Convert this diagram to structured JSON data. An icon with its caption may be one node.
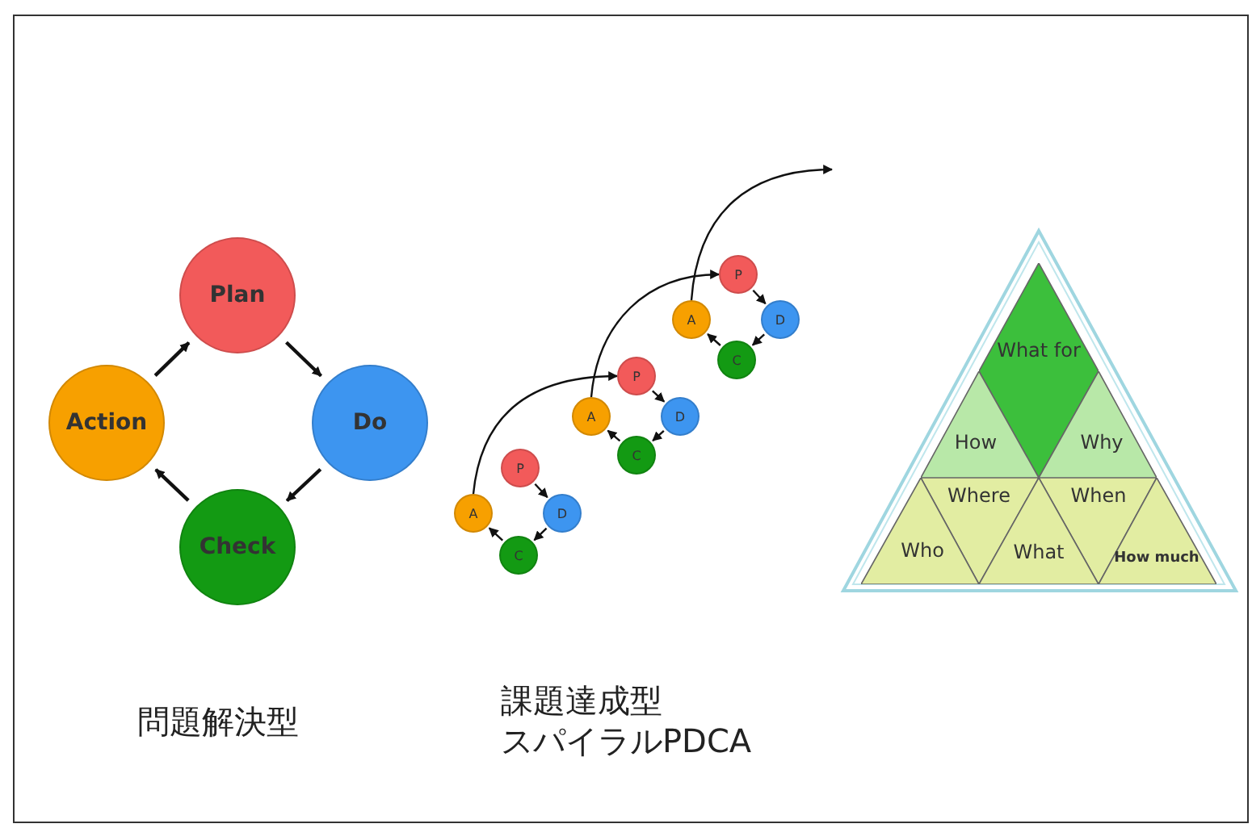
{
  "diagram": {
    "nodes": [
      {
        "text": [
          "Plan"
        ]
      },
      {
        "text": [
          "Do"
        ]
      },
      {
        "text": [
          "Check"
        ]
      },
      {
        "text": [
          "Action"
        ]
      },
      {
        "text": [
          "P"
        ]
      },
      {
        "text": [
          "D"
        ]
      },
      {
        "text": [
          "C"
        ]
      },
      {
        "text": [
          "A"
        ]
      },
      {
        "text": [
          "P"
        ]
      },
      {
        "text": [
          "D"
        ]
      },
      {
        "text": [
          "C"
        ]
      },
      {
        "text": [
          "A"
        ]
      },
      {
        "text": [
          "P"
        ]
      },
      {
        "text": [
          "D"
        ]
      },
      {
        "text": [
          "C"
        ]
      },
      {
        "text": [
          "A"
        ]
      },
      {
        "text": [
          "What for"
        ]
      },
      {
        "text": [
          "How"
        ]
      },
      {
        "text": [
          "Why"
        ]
      },
      {
        "text": [
          "Where"
        ]
      },
      {
        "text": [
          "When"
        ]
      },
      {
        "text": [
          "Who"
        ]
      },
      {
        "text": [
          "What"
        ]
      },
      {
        "text": [
          "How much"
        ]
      }
    ],
    "edges": [
      {
        "from": 0,
        "to": 1,
        "arrow": "to"
      },
      {
        "from": 1,
        "to": 2,
        "arrow": "to"
      },
      {
        "from": 2,
        "to": 3,
        "arrow": "to"
      },
      {
        "from": 3,
        "to": 0,
        "arrow": "to"
      },
      {
        "from": 4,
        "to": 5,
        "arrow": "to"
      },
      {
        "from": 5,
        "to": 6,
        "arrow": "to"
      },
      {
        "from": 6,
        "to": 7,
        "arrow": "to"
      },
      {
        "from": 8,
        "to": 9,
        "arrow": "to"
      },
      {
        "from": 9,
        "to": 10,
        "arrow": "to"
      },
      {
        "from": 10,
        "to": 11,
        "arrow": "to"
      },
      {
        "from": 12,
        "to": 13,
        "arrow": "to"
      },
      {
        "from": 13,
        "to": 14,
        "arrow": "to"
      },
      {
        "from": 14,
        "to": 15,
        "arrow": "to"
      },
      {
        "from": 7,
        "to": 8,
        "arrow": "to"
      },
      {
        "from": 11,
        "to": 12,
        "arrow": "to"
      },
      {
        "from": 15,
        "to": null,
        "arrow": "to"
      }
    ],
    "labels": [
      "問題解決型",
      "課題達成型",
      "スパイラルPDCA"
    ]
  }
}
